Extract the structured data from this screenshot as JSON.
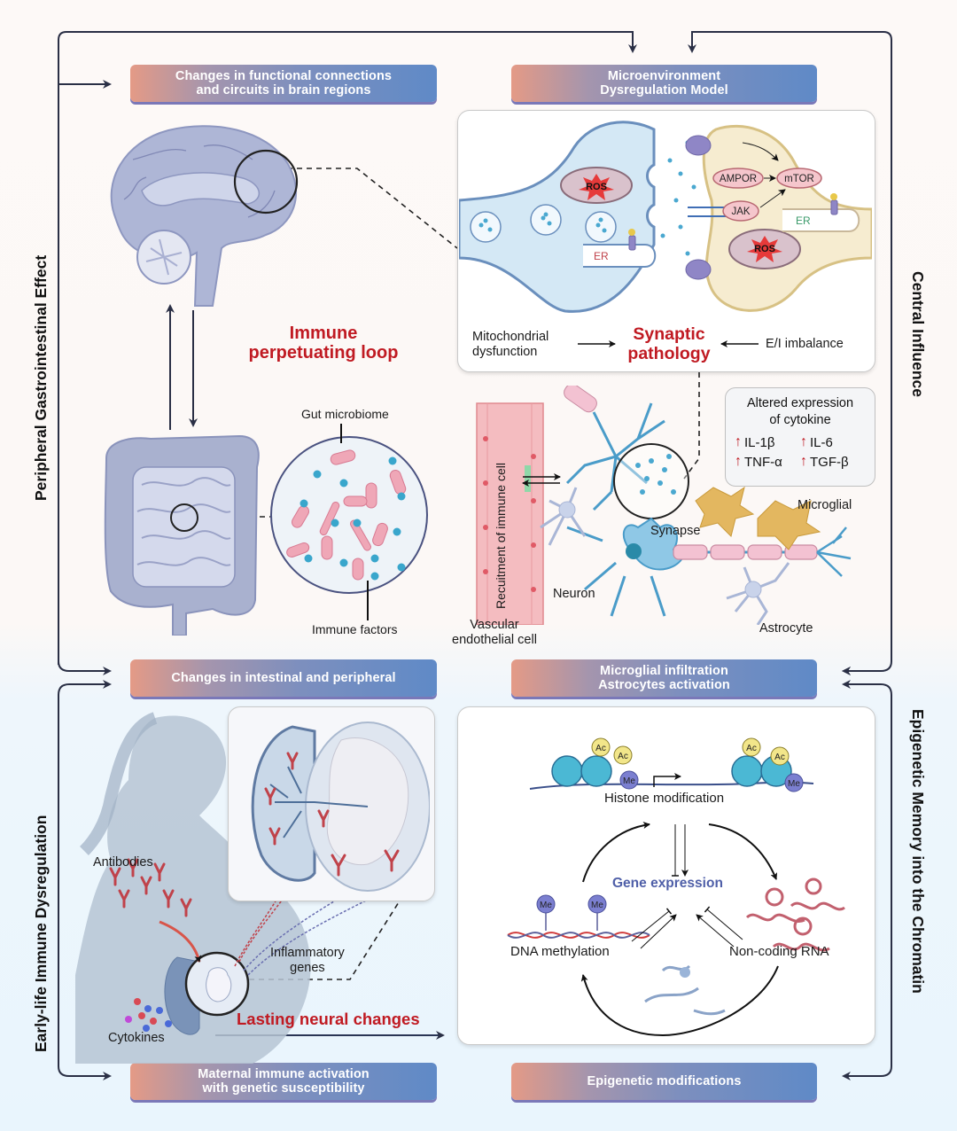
{
  "side_labels": {
    "left_top": "Peripheral Gastrointestinal Effect",
    "left_bottom": "Early-life Immune Dysregulation",
    "right_top": "Central Influence",
    "right_bottom": "Epigenetic Memory into the Chromatin"
  },
  "boxes": {
    "brain_circuits": [
      "Changes in functional connections",
      "and circuits in brain regions"
    ],
    "microenvironment": [
      "Microenvironment",
      "Dysregulation Model"
    ],
    "intestinal": [
      "Changes in intestinal and peripheral"
    ],
    "microglial": [
      "Microglial infiltration",
      "Astrocytes activation"
    ],
    "maternal": [
      "Maternal immune activation",
      "with genetic susceptibility"
    ],
    "epigenetic": [
      "Epigenetic modifications"
    ]
  },
  "synapse_panel": {
    "pre_labels": {
      "ros": "ROS",
      "er": "ER"
    },
    "post_labels": {
      "ampor": "AMPOR",
      "mtor": "mTOR",
      "jak": "JAK",
      "er": "ER",
      "ros": "ROS"
    },
    "left_cause": [
      "Mitochondrial",
      "dysfunction"
    ],
    "center": [
      "Synaptic",
      "pathology"
    ],
    "right_cause": "E/I imbalance"
  },
  "immune_loop": [
    "Immune",
    "perpetuating loop"
  ],
  "gut": {
    "microbiome": "Gut microbiome",
    "immune_factors": "Immune factors"
  },
  "neural": {
    "recruitment": "Recuitment of immune cell",
    "vascular": [
      "Vascular",
      "endothelial cell"
    ],
    "neuron": "Neuron",
    "synapse": "Synapse",
    "microglial": "Microglial",
    "astrocyte": "Astrocyte"
  },
  "cytokine_box": {
    "title": [
      "Altered expression",
      "of cytokine"
    ],
    "items": [
      "IL-1β",
      "IL-6",
      "TNF-α",
      "TGF-β"
    ],
    "arrow": "🡅"
  },
  "maternal": {
    "antibodies": "Antibodies",
    "cytokines": "Cytokines",
    "inflammatory": [
      "Inflammatory",
      "genes"
    ],
    "lasting": "Lasting neural changes"
  },
  "epi_panel": {
    "histone": "Histone modification",
    "gene_expression": "Gene expression",
    "dna": "DNA methylation",
    "ncrna": "Non-coding RNA",
    "ac": "Ac",
    "me": "Me"
  },
  "colors": {
    "accent_red": "#c01a22",
    "pill_start": "#e49a86",
    "pill_end": "#5f8ac7",
    "gene_expression": "#4f5fa8",
    "line": "#2a2f45"
  }
}
